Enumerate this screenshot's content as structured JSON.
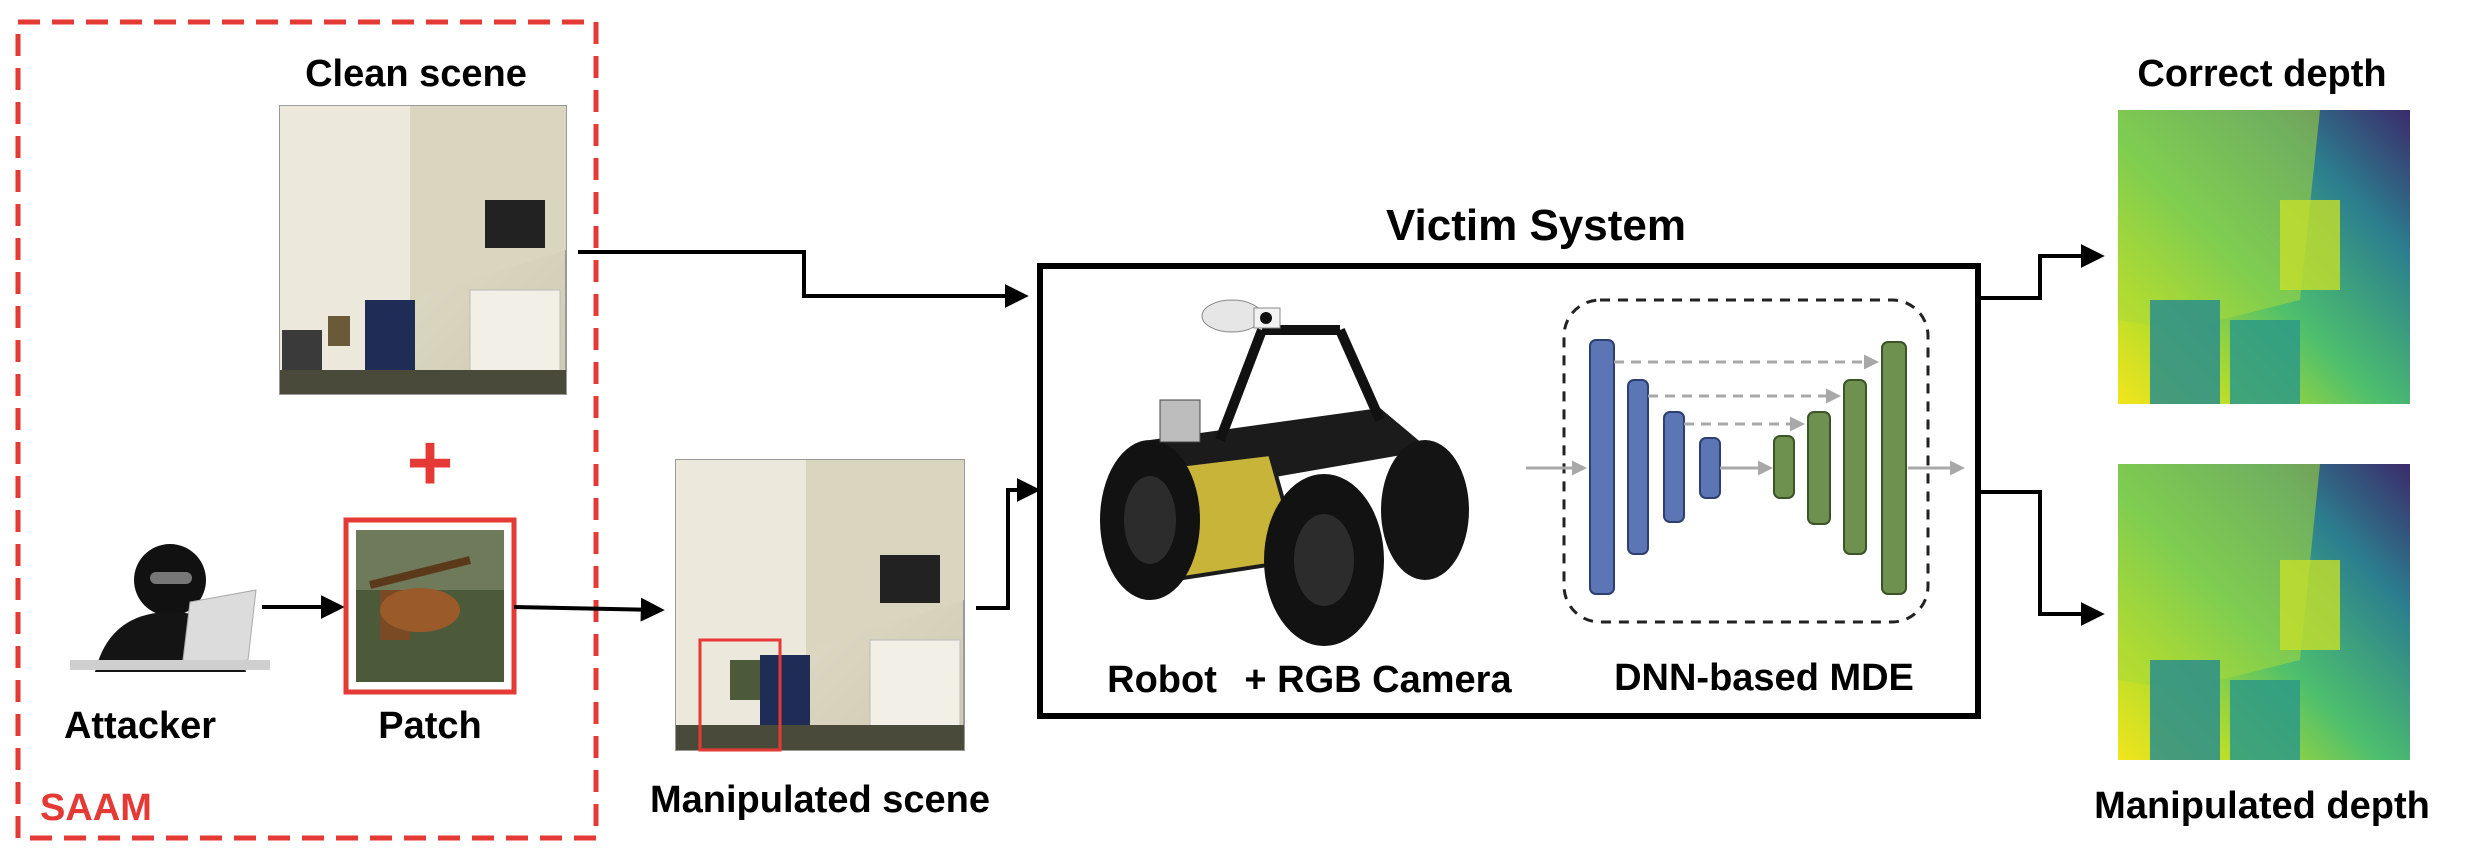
{
  "labels": {
    "clean_scene": "Clean scene",
    "correct_depth": "Correct depth",
    "victim_system": "Victim System",
    "attacker": "Attacker",
    "patch": "Patch",
    "saam": "SAAM",
    "manipulated_scene": "Manipulated scene",
    "robot": "Robot",
    "rgb_camera": "+ RGB Camera",
    "dnn_mde": "DNN-based MDE",
    "manipulated_depth": "Manipulated depth",
    "plus": "+"
  },
  "colors": {
    "saam_red": "#e53935",
    "encoder_blue": "#5b75b5",
    "decoder_green": "#6e9150",
    "arrow_black": "#000000",
    "skip_gray": "#a8a8a8"
  },
  "icons": [
    "plus-icon",
    "attacker-icon",
    "robot-icon",
    "unet-icon"
  ]
}
